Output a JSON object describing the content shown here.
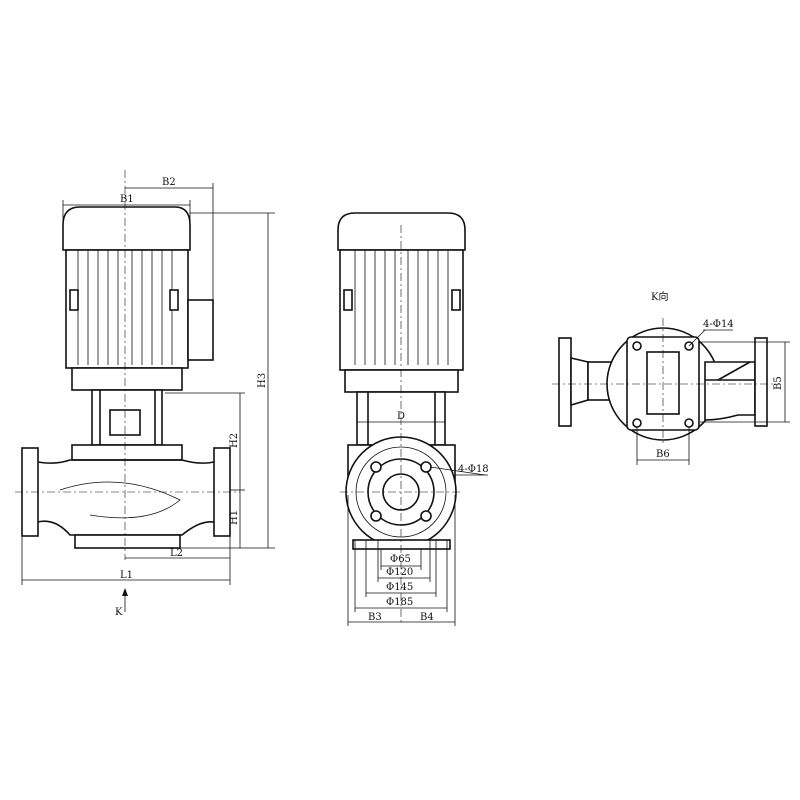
{
  "front_view": {
    "dims": {
      "b1": "B1",
      "b2": "B2",
      "h3": "H3",
      "h2": "H2",
      "h1": "H1",
      "l2": "L2",
      "l1": "L1",
      "k": "K"
    }
  },
  "side_view": {
    "dims": {
      "d": "D",
      "holes": "4-Φ18",
      "d65": "Φ65",
      "d120": "Φ120",
      "d145": "Φ145",
      "d185": "Φ185",
      "b3": "B3",
      "b4": "B4"
    }
  },
  "k_view": {
    "title": "K向",
    "dims": {
      "holes": "4-Φ14",
      "b5": "B5",
      "b6": "B6"
    }
  }
}
